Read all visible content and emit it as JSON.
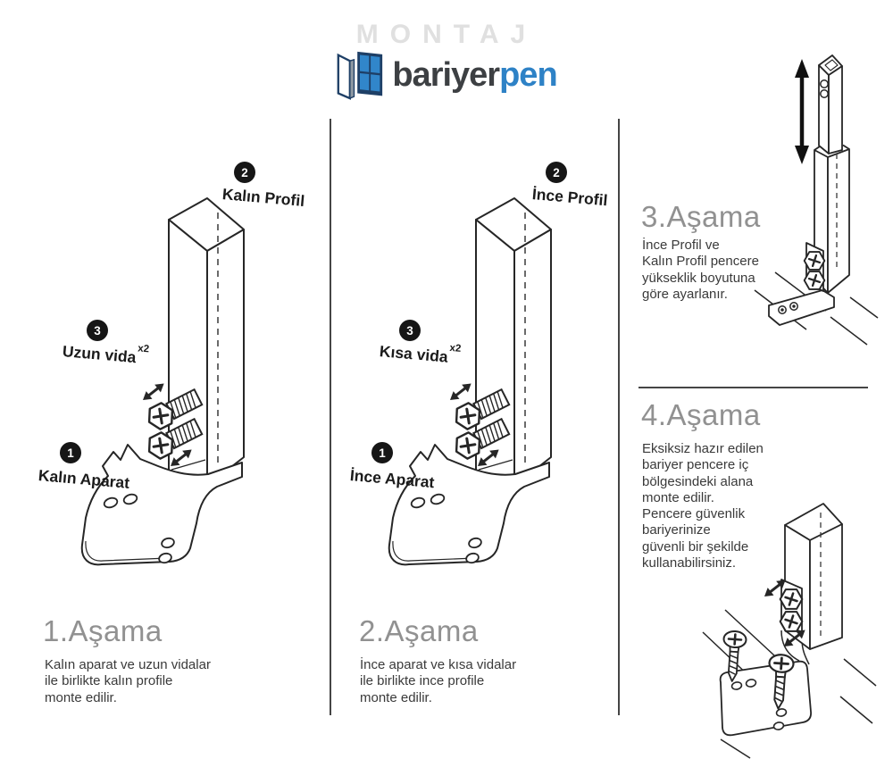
{
  "header": {
    "montaj": "MONTAJ",
    "brand": {
      "dark": "bariyer",
      "accent": "pen"
    }
  },
  "colors": {
    "accent_blue": "#2e82c6",
    "brand_dark": "#3d4043",
    "montaj_gray": "#e0e0e0",
    "heading_gray": "#919191",
    "text_dark": "#3a3a3a",
    "line_dark": "#262626"
  },
  "steps": [
    {
      "heading": "1.Aşama",
      "description": "Kalın aparat ve uzun vidalar\nile birlikte kalın profile\nmonte edilir.",
      "callouts": {
        "profile": {
          "num": "2",
          "label": "Kalın Profil"
        },
        "screw": {
          "num": "3",
          "label": "Uzun vida",
          "qty": "x2"
        },
        "bracket": {
          "num": "1",
          "label": "Kalın Aparat"
        }
      }
    },
    {
      "heading": "2.Aşama",
      "description": "İnce aparat ve kısa vidalar\nile birlikte ince profile\nmonte edilir.",
      "callouts": {
        "profile": {
          "num": "2",
          "label": "İnce Profil"
        },
        "screw": {
          "num": "3",
          "label": "Kısa vida",
          "qty": "x2"
        },
        "bracket": {
          "num": "1",
          "label": "İnce Aparat"
        }
      }
    },
    {
      "heading": "3.Aşama",
      "description": "İnce Profil ve\nKalın Profil pencere\nyükseklik boyutuna\ngöre ayarlanır."
    },
    {
      "heading": "4.Aşama",
      "description": "Eksiksiz hazır edilen\nbariyer pencere iç\nbölgesindeki alana\nmonte edilir.\nPencere güvenlik\nbariyerinize\ngüvenli bir şekilde\nkullanabilirsiniz."
    }
  ]
}
